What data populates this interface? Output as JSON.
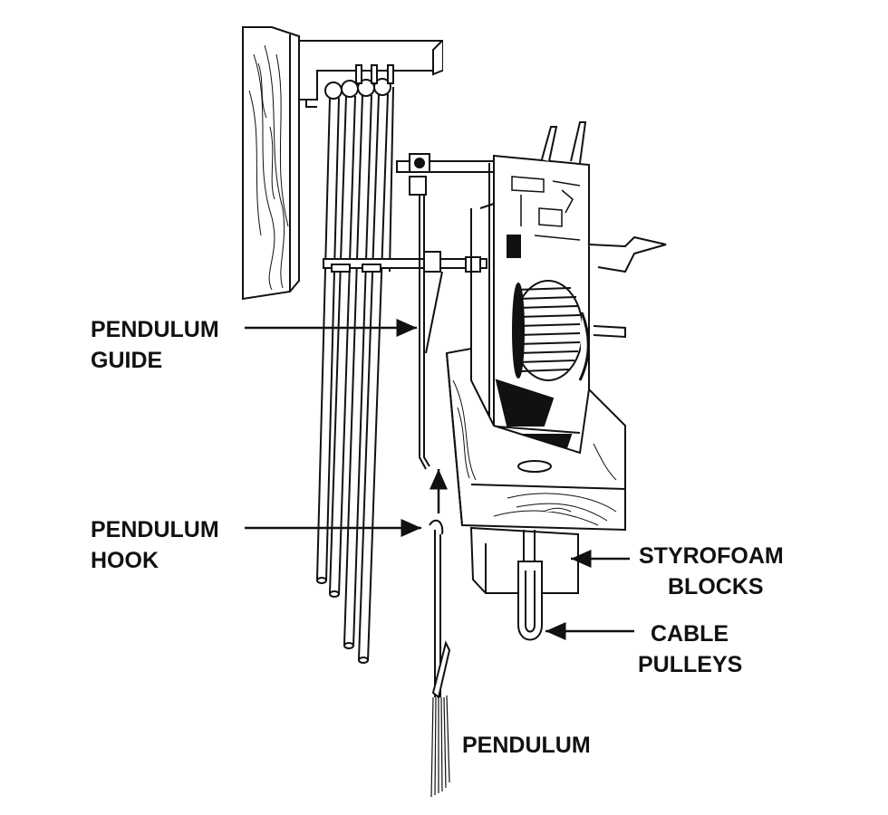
{
  "labels": {
    "pendulum_guide_1": "PENDULUM",
    "pendulum_guide_2": "GUIDE",
    "pendulum_hook_1": "PENDULUM",
    "pendulum_hook_2": "HOOK",
    "styrofoam_1": "STYROFOAM",
    "styrofoam_2": "BLOCKS",
    "cable_pulleys_1": "CABLE",
    "cable_pulleys_2": "PULLEYS",
    "pendulum": "PENDULUM"
  },
  "colors": {
    "ink": "#111111",
    "paper": "#ffffff"
  }
}
